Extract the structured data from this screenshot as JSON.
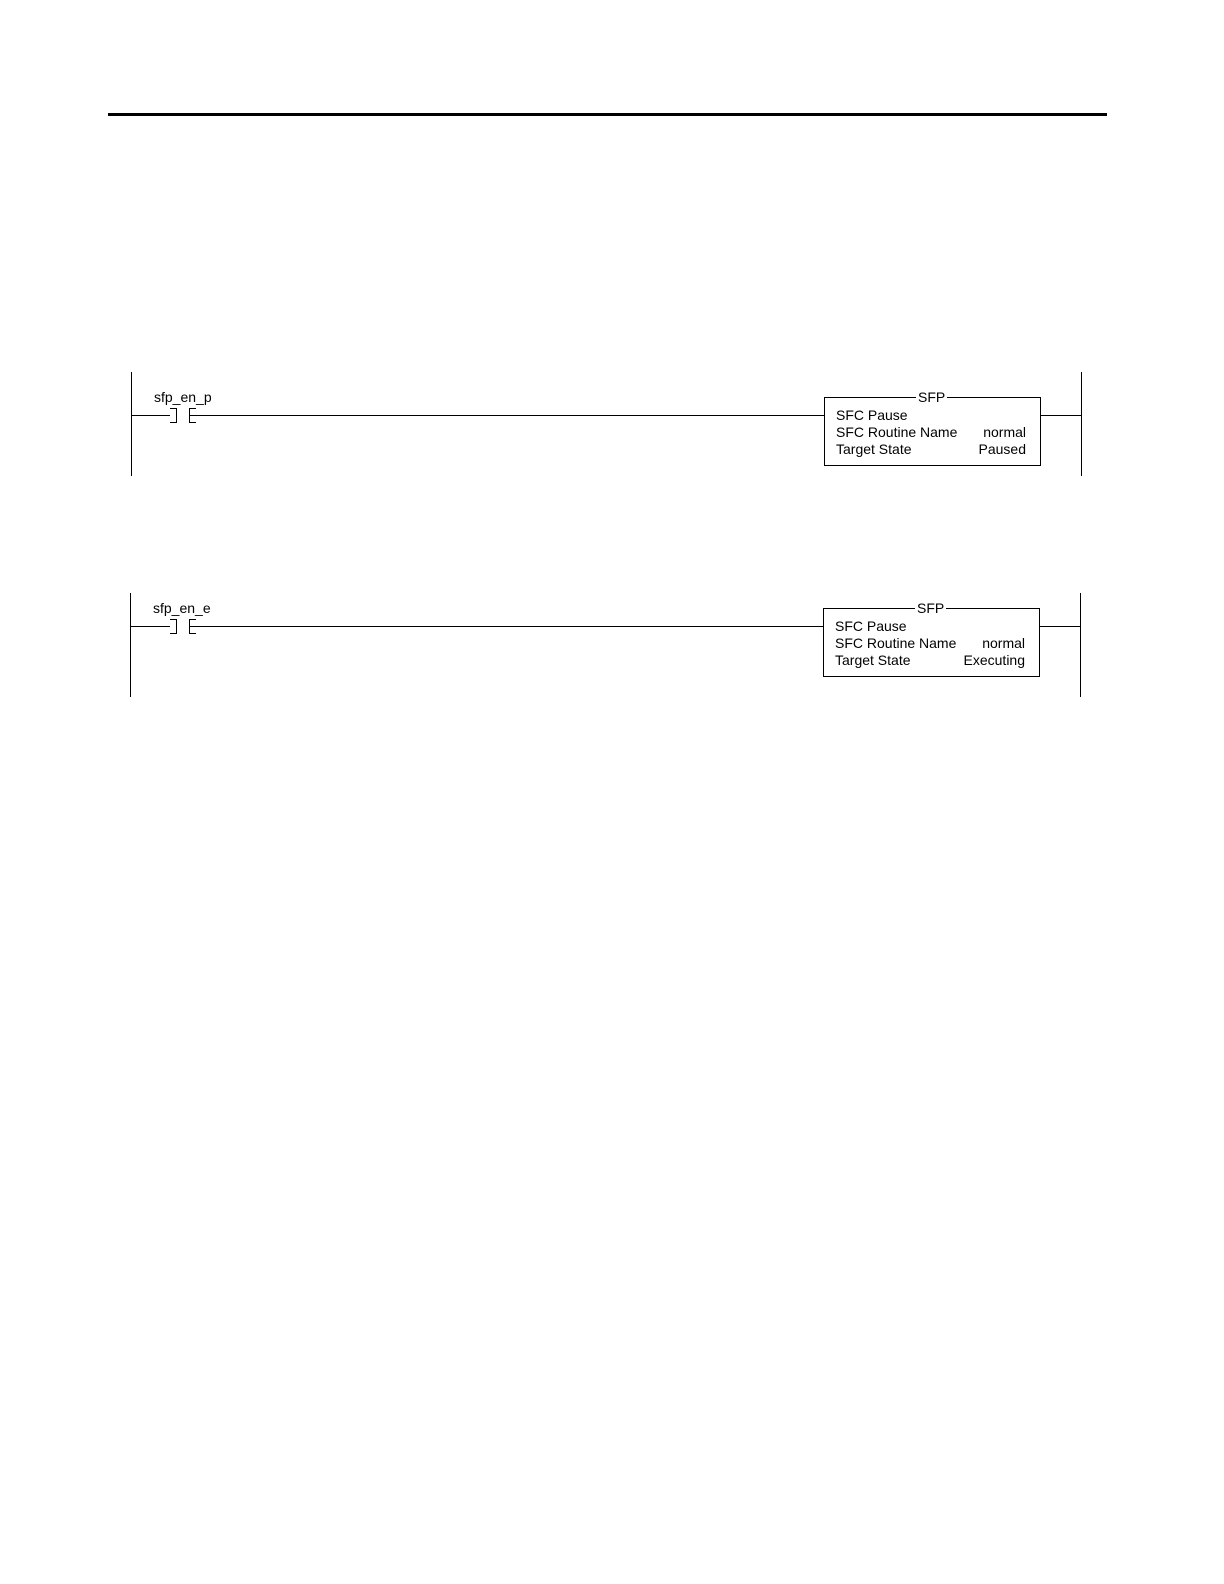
{
  "rungs": [
    {
      "contact_tag": "sfp_en_p",
      "instruction": {
        "mnemonic": "SFP",
        "title": "SFC Pause",
        "fields": [
          {
            "label": "SFC Routine Name",
            "value": "normal"
          },
          {
            "label": "Target State",
            "value": "Paused"
          }
        ]
      }
    },
    {
      "contact_tag": "sfp_en_e",
      "instruction": {
        "mnemonic": "SFP",
        "title": "SFC Pause",
        "fields": [
          {
            "label": "SFC Routine Name",
            "value": "normal"
          },
          {
            "label": "Target State",
            "value": "Executing"
          }
        ]
      }
    }
  ]
}
